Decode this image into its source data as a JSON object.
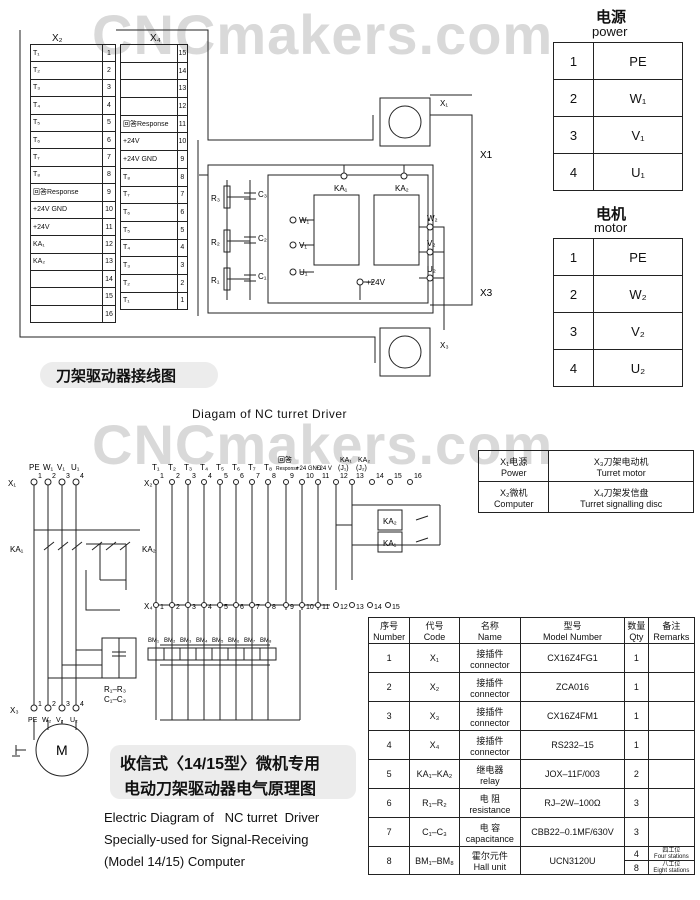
{
  "watermark": "CNCmakers.com",
  "power_table": {
    "title_cn": "电源",
    "title_en": "power",
    "rows": [
      [
        "1",
        "PE"
      ],
      [
        "2",
        "W₁"
      ],
      [
        "3",
        "V₁"
      ],
      [
        "4",
        "U₁"
      ]
    ]
  },
  "motor_table": {
    "title_cn": "电机",
    "title_en": "motor",
    "rows": [
      [
        "1",
        "PE"
      ],
      [
        "2",
        "W₂"
      ],
      [
        "3",
        "V₂"
      ],
      [
        "4",
        "U₂"
      ]
    ]
  },
  "x2": {
    "label": "X₂",
    "rows": [
      [
        "T₁",
        "1"
      ],
      [
        "T₂",
        "2"
      ],
      [
        "T₃",
        "3"
      ],
      [
        "T₄",
        "4"
      ],
      [
        "T₅",
        "5"
      ],
      [
        "T₆",
        "6"
      ],
      [
        "T₇",
        "7"
      ],
      [
        "T₈",
        "8"
      ],
      [
        "回答Response",
        "9"
      ],
      [
        "+24V GND",
        "10"
      ],
      [
        "+24V",
        "11"
      ],
      [
        "KA₁",
        "12"
      ],
      [
        "KA₂",
        "13"
      ],
      [
        "",
        "14"
      ],
      [
        "",
        "15"
      ],
      [
        "",
        "16"
      ]
    ]
  },
  "x4": {
    "label": "X₄",
    "rows": [
      [
        "",
        "15"
      ],
      [
        "",
        "14"
      ],
      [
        "",
        "13"
      ],
      [
        "",
        "12"
      ],
      [
        "回答Response",
        "11"
      ],
      [
        "+24V",
        "10"
      ],
      [
        "+24V GND",
        "9"
      ],
      [
        "T₈",
        "8"
      ],
      [
        "T₇",
        "7"
      ],
      [
        "T₆",
        "6"
      ],
      [
        "T₅",
        "5"
      ],
      [
        "T₄",
        "4"
      ],
      [
        "T₃",
        "3"
      ],
      [
        "T₂",
        "2"
      ],
      [
        "T₁",
        "1"
      ]
    ]
  },
  "top_diagram": {
    "x1_label": "X₁",
    "x3_label": "X₃",
    "x1_side": "X1",
    "x3_side": "X3",
    "ka1": "KA₁",
    "ka2": "KA₂",
    "r3": "R₃",
    "r2": "R₂",
    "r1": "R₁",
    "c3": "C₃",
    "c2": "C₂",
    "c1": "C₁",
    "w1": "W₁",
    "v1": "V₁",
    "u1": "U₁",
    "w2": "W₂",
    "v2": "V₂",
    "u2": "U₂",
    "p24": "+24V",
    "caption_cn": "刀架驱动器接线图",
    "caption_en": "Diagam of NC turret Driver"
  },
  "legend": {
    "rows": [
      {
        "a_cn": "X₁电源",
        "a_en": "Power",
        "b_cn": "X₃刀架电动机",
        "b_en": "Turret motor"
      },
      {
        "a_cn": "X₂微机",
        "a_en": "Computer",
        "b_cn": "X₄刀架发信盘",
        "b_en": "Turret signalling disc"
      }
    ]
  },
  "bottom_diagram": {
    "power_labels": [
      "PE",
      "W₁",
      "V₁",
      "U₁"
    ],
    "x1": "X₁",
    "x1_pins": [
      "1",
      "2",
      "3",
      "4"
    ],
    "x2": "X₂",
    "t_labels": [
      "T₁",
      "T₂",
      "T₃",
      "T₄",
      "T₅",
      "T₆",
      "T₇",
      "T₈"
    ],
    "resp_label": "回答",
    "resp_en": "Response",
    "gnd_label": "+24 GND",
    "v24_label": "+24 V",
    "ka_labels": [
      "KA₁",
      "KA₂"
    ],
    "j_labels": [
      "(J₁)",
      "(J₂)"
    ],
    "x2_pins": [
      "1",
      "2",
      "3",
      "4",
      "5",
      "6",
      "7",
      "8",
      "9",
      "10",
      "11",
      "12",
      "13",
      "14",
      "15",
      "16"
    ],
    "x4": "X₄",
    "x4_pins": [
      "1",
      "2",
      "3",
      "4",
      "5",
      "6",
      "7",
      "8",
      "9",
      "10",
      "11",
      "12",
      "13",
      "14",
      "15"
    ],
    "bm_labels": [
      "BM₁",
      "BM₂",
      "BM₃",
      "BM₄",
      "BM₅",
      "BM₆",
      "BM₇",
      "BM₈"
    ],
    "ka1": "KA₁",
    "ka2": "KA₂",
    "relay_ka1": "KA₁",
    "relay_ka2": "KA₂",
    "rc_note1": "R₁–R₃",
    "rc_note2": "C₁–C₃",
    "x3": "X₃",
    "x3_pins": [
      "1",
      "2",
      "3",
      "4"
    ],
    "motor_labels": [
      "PE",
      "W₂",
      "V₂",
      "U₂"
    ],
    "motor": "M",
    "title_cn1": "收信式〈14/15型〉微机专用",
    "title_cn2": "电动刀架驱动器电气原理图",
    "title_en1": "Electric Diagram of   NC turret  Driver",
    "title_en2": "Specially-used for Signal-Receiving",
    "title_en3": "(Model 14/15) Computer"
  },
  "parts_table": {
    "headers": [
      {
        "cn": "序号",
        "en": "Number"
      },
      {
        "cn": "代号",
        "en": "Code"
      },
      {
        "cn": "名称",
        "en": "Name"
      },
      {
        "cn": "型号",
        "en": "Model Number"
      },
      {
        "cn": "数量",
        "en": "Qty"
      },
      {
        "cn": "备注",
        "en": "Remarks"
      }
    ],
    "rows": [
      {
        "no": "1",
        "code": "X₁",
        "name_cn": "接插件",
        "name_en": "connector",
        "model": "CX16Z4FG1",
        "qty": "1"
      },
      {
        "no": "2",
        "code": "X₂",
        "name_cn": "接插件",
        "name_en": "connector",
        "model": "ZCA016",
        "qty": "1"
      },
      {
        "no": "3",
        "code": "X₃",
        "name_cn": "接插件",
        "name_en": "connector",
        "model": "CX16Z4FM1",
        "qty": "1"
      },
      {
        "no": "4",
        "code": "X₄",
        "name_cn": "接插件",
        "name_en": "connector",
        "model": "RS232–15",
        "qty": "1"
      },
      {
        "no": "5",
        "code": "KA₁–KA₂",
        "name_cn": "继电器",
        "name_en": "relay",
        "model": "JOX–11F/003",
        "qty": "2"
      },
      {
        "no": "6",
        "code": "R₁–R₂",
        "name_cn": "电    阻",
        "name_en": "resistance",
        "model": "RJ–2W–100Ω",
        "qty": "3"
      },
      {
        "no": "7",
        "code": "C₁–C₃",
        "name_cn": "电    容",
        "name_en": "capacitance",
        "model": "CBB22–0.1MF/630V",
        "qty": "3"
      }
    ],
    "last": {
      "no": "8",
      "code": "BM₁–BM₈",
      "name_cn": "霍尔元件",
      "name_en": "Hall unit",
      "model": "UCN3120U",
      "qty1": "4",
      "qty2": "8",
      "rem1_cn": "四工位",
      "rem1_en": "Four stations",
      "rem2_cn": "八工位",
      "rem2_en": "Eight stations"
    }
  }
}
